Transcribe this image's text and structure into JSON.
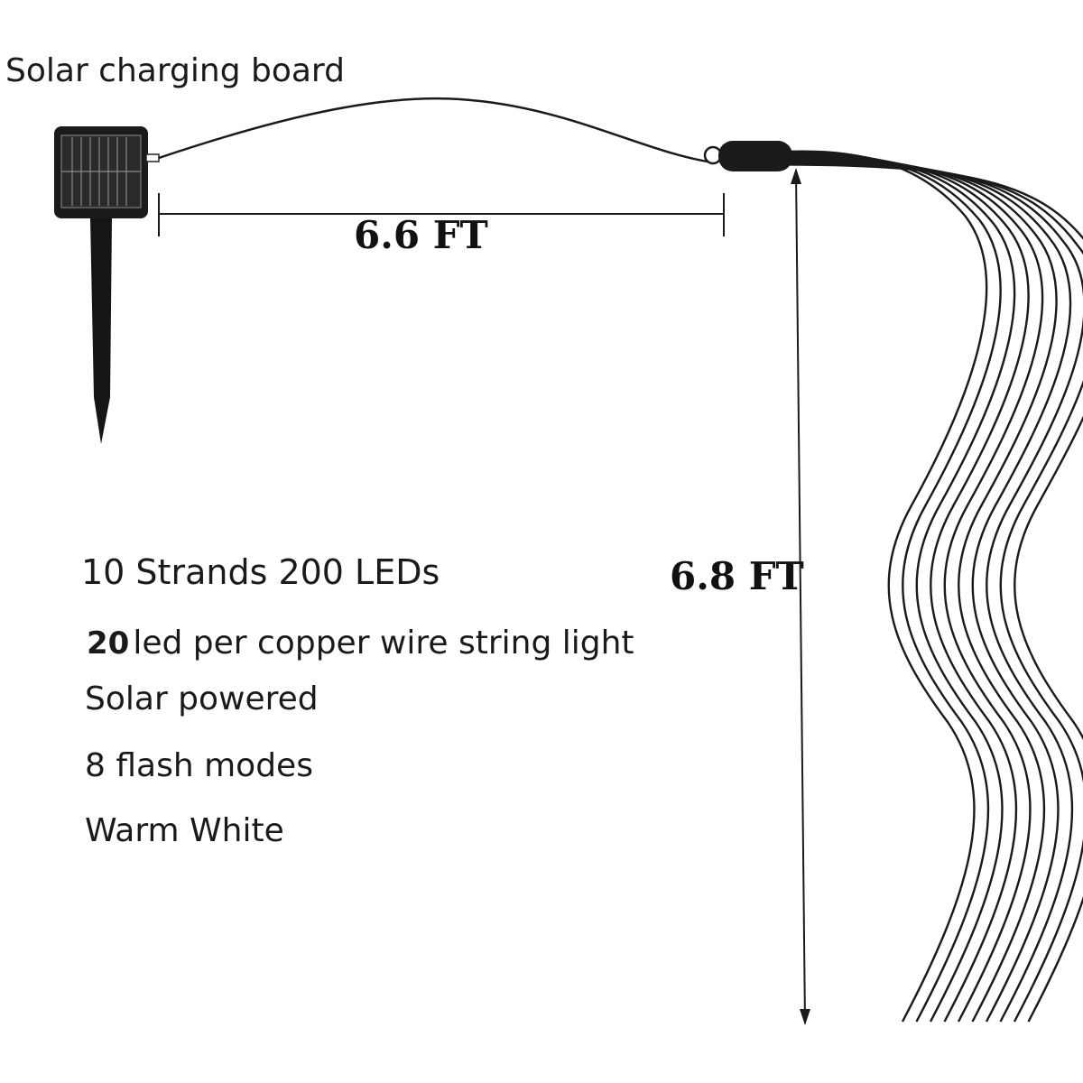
{
  "labels": {
    "solar_board": "Solar charging board",
    "length_cable": "6.6 FT",
    "length_strands": "6.8 FT"
  },
  "specs": {
    "strands_leds": "10 Strands 200 LEDs",
    "per_wire_number": "20",
    "per_wire_text": "led per copper wire string light",
    "power": "Solar powered",
    "modes": "8 flash modes",
    "color": "Warm White"
  },
  "colors": {
    "ink": "#111111",
    "panel": "#1b1b1b",
    "background": "#ffffff"
  },
  "strand_count": 10
}
